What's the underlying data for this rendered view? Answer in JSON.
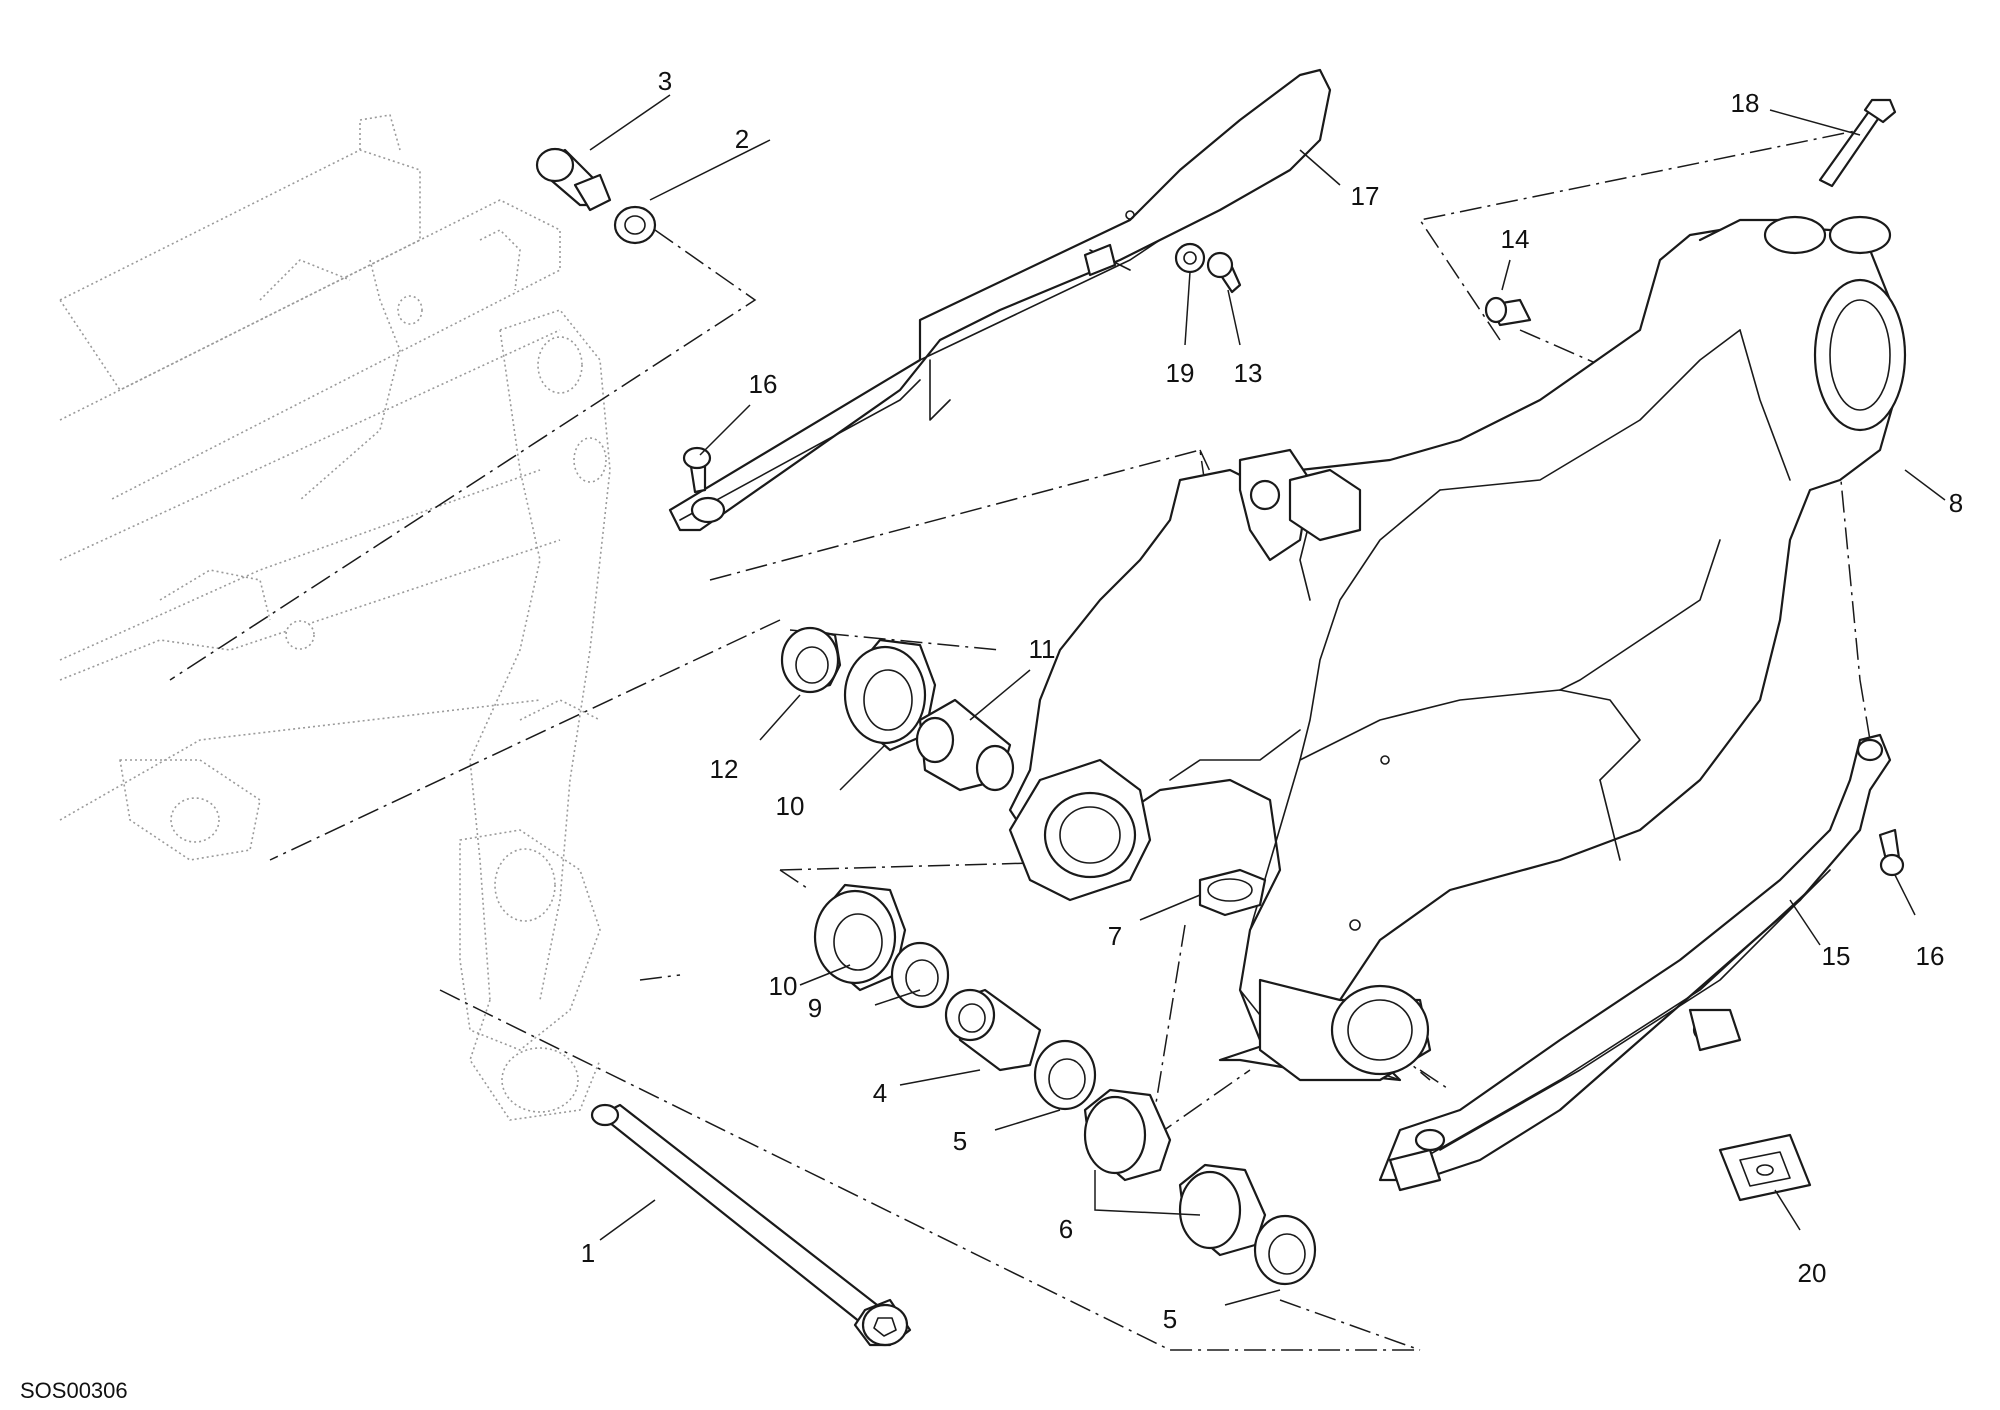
{
  "drawing_code": "SOS00306",
  "callouts": {
    "c1": "1",
    "c2": "2",
    "c3": "3",
    "c4": "4",
    "c5a": "5",
    "c5b": "5",
    "c6": "6",
    "c7": "7",
    "c8": "8",
    "c9": "9",
    "c10a": "10",
    "c10b": "10",
    "c11": "11",
    "c12": "12",
    "c13": "13",
    "c14": "14",
    "c15": "15",
    "c16a": "16",
    "c16b": "16",
    "c17": "17",
    "c18": "18",
    "c19": "19",
    "c20": "20"
  }
}
